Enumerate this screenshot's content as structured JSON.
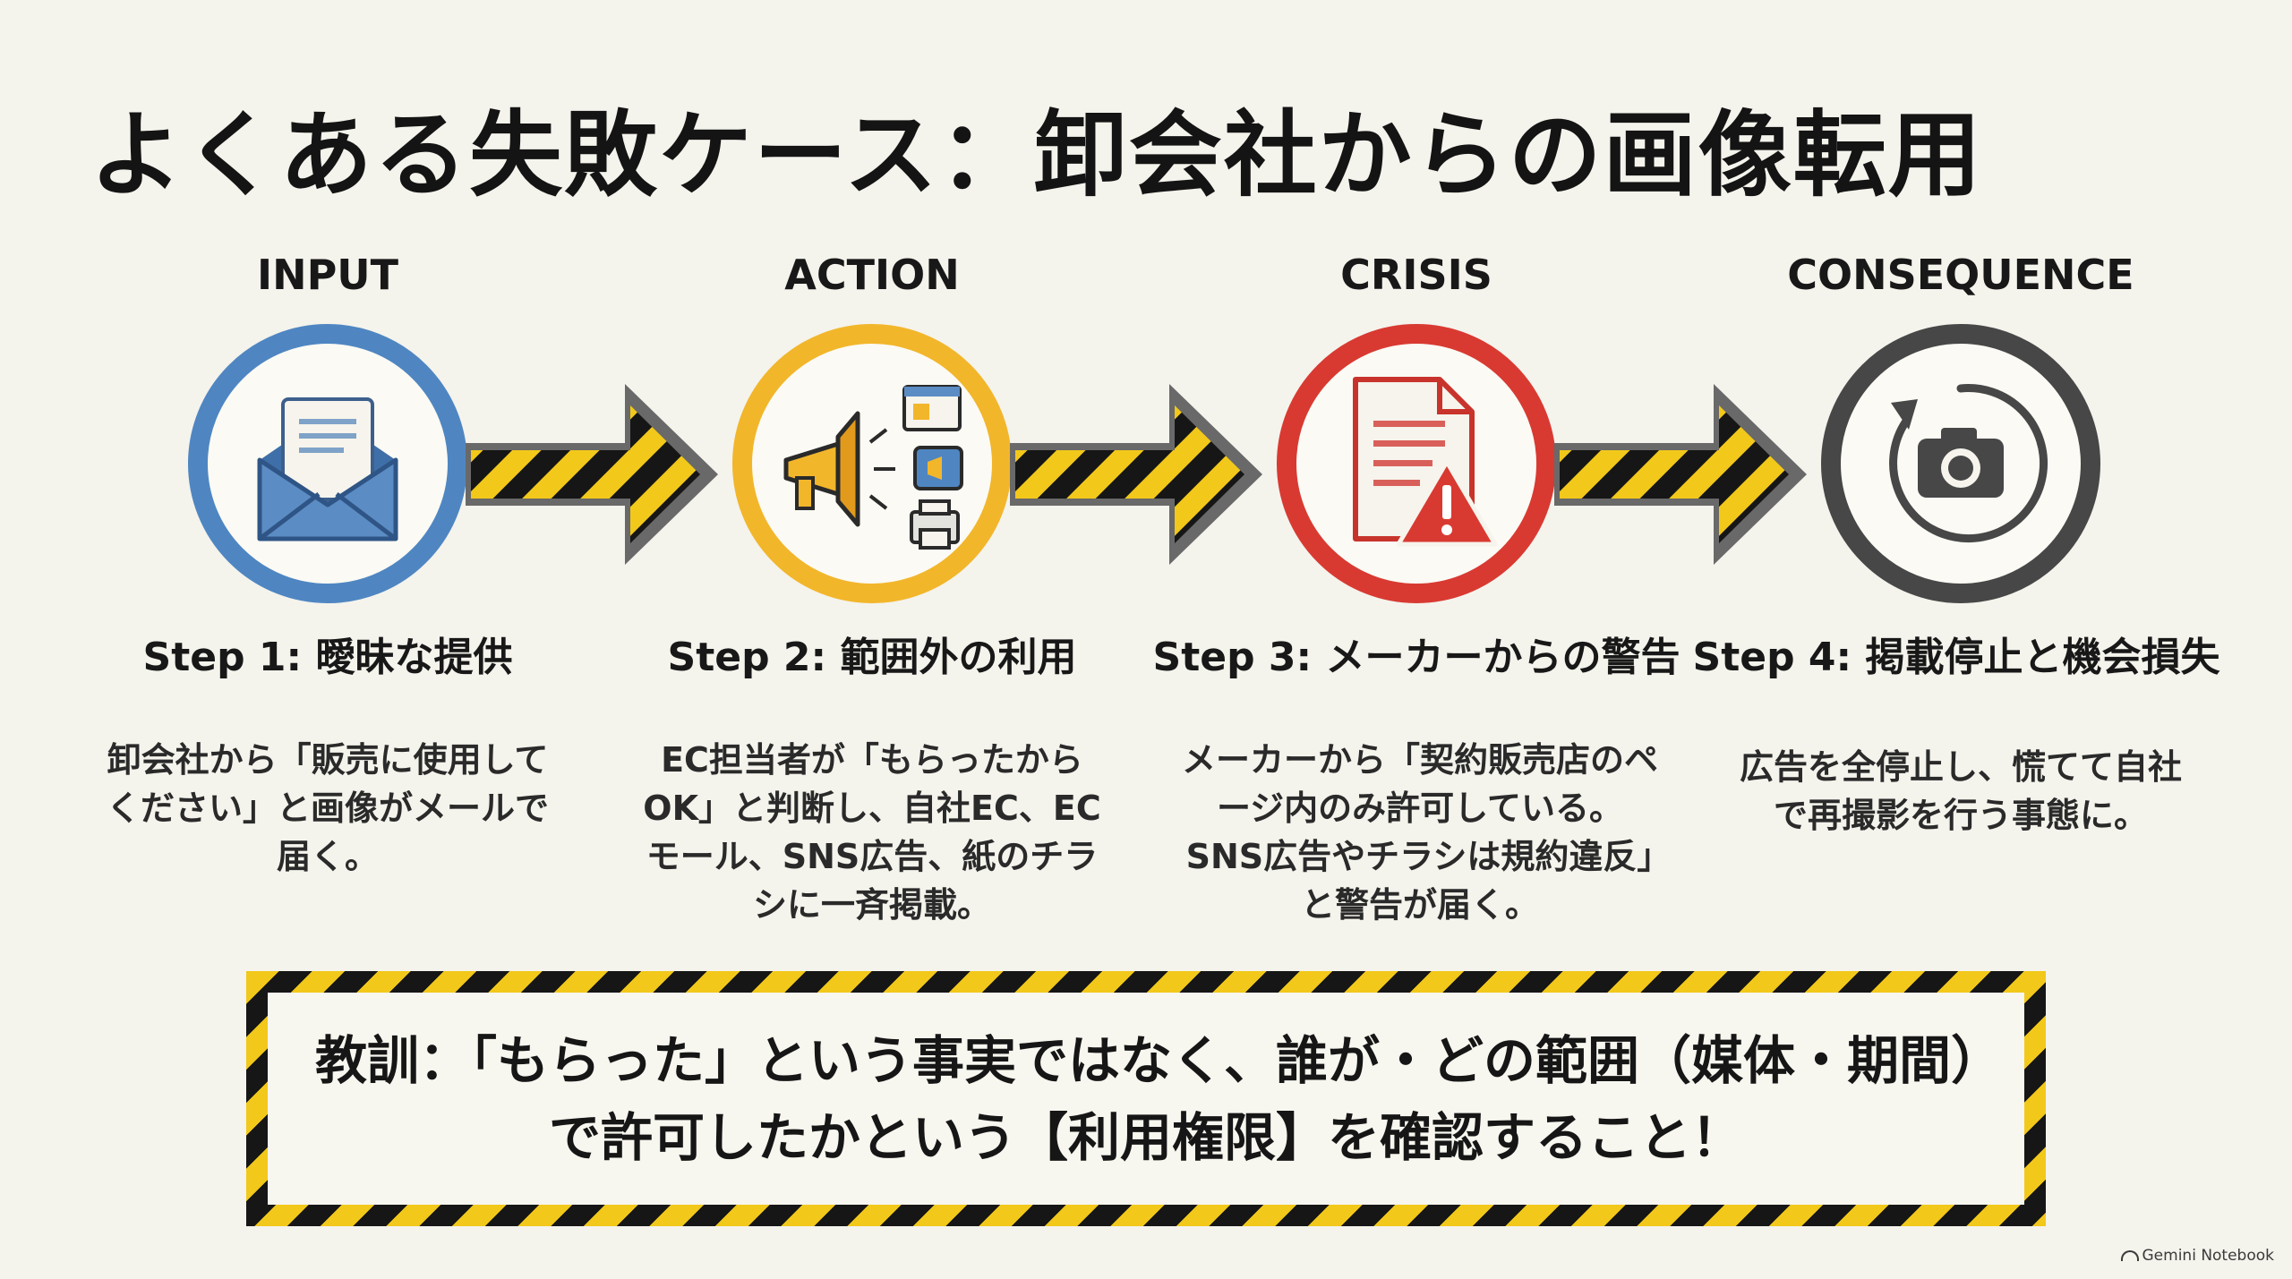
{
  "title": "よくある失敗ケース：卸会社からの画像転用",
  "colors": {
    "input": "#4f86c2",
    "action": "#f2b62b",
    "crisis": "#d83a32",
    "consequence": "#474747",
    "hazard_yellow": "#f2c81a",
    "hazard_black": "#161616"
  },
  "steps": [
    {
      "stage": "INPUT",
      "title": "Step 1: 曖昧な提供",
      "description": "卸会社から「販売に使用してください」と画像がメールで届く。",
      "icon": "envelope-icon"
    },
    {
      "stage": "ACTION",
      "title": "Step 2: 範囲外の利用",
      "description": "EC担当者が「もらったからOK」と判断し、自社EC、ECモール、SNS広告、紙のチラシに一斉掲載。",
      "icon": "megaphone-icon"
    },
    {
      "stage": "CRISIS",
      "title": "Step 3: メーカーからの警告",
      "description": "メーカーから「契約販売店のページ内のみ許可している。SNS広告やチラシは規約違反」と警告が届く。",
      "icon": "warning-document-icon"
    },
    {
      "stage": "CONSEQUENCE",
      "title": "Step 4: 掲載停止と機会損失",
      "description": "広告を全停止し、慌てて自社で再撮影を行う事態に。",
      "icon": "camera-retake-icon"
    }
  ],
  "lesson": "教訓：「もらった」という事実ではなく、誰が・どの範囲（媒体・期間）で許可したかという【利用権限】を確認すること！",
  "brand": "Gemini Notebook"
}
